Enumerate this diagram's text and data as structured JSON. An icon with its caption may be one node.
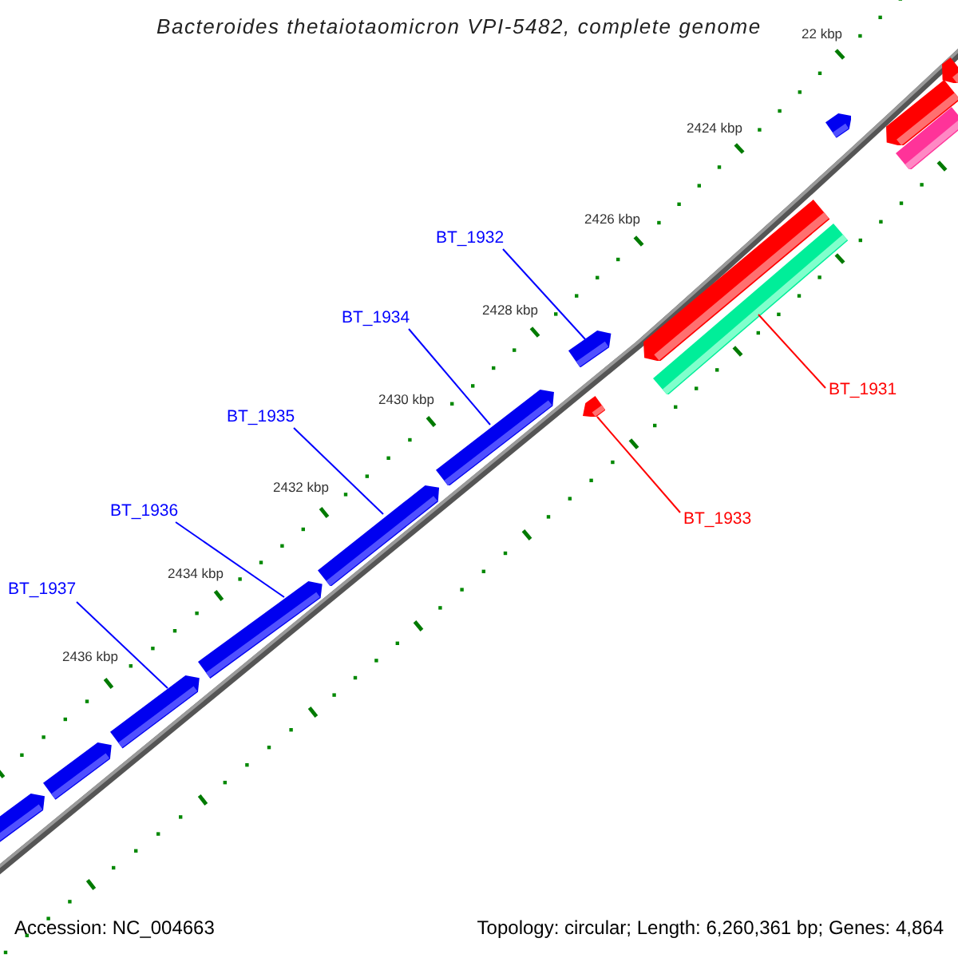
{
  "diagram": {
    "title": "Bacteroides thetaiotaomicron VPI-5482, complete genome",
    "nodes": [
      {
        "text": [
          "BT_1932"
        ]
      },
      {
        "text": [
          "BT_1934"
        ]
      },
      {
        "text": [
          "BT_1931"
        ]
      },
      {
        "text": [
          "BT_1935"
        ]
      },
      {
        "text": [
          "BT_1936"
        ]
      },
      {
        "text": [
          "BT_1933"
        ]
      },
      {
        "text": [
          "BT_1937"
        ]
      },
      {
        "text": [],
        "shape": "pentagon"
      },
      {
        "text": [],
        "shape": "pentagon"
      },
      {
        "text": [],
        "shape": "pentagon"
      },
      {
        "text": [],
        "shape": "pentagon"
      },
      {
        "text": [],
        "shape": "pentagon"
      },
      {
        "text": [],
        "shape": "pentagon"
      },
      {
        "text": [],
        "shape": "pentagon"
      },
      {
        "text": [],
        "shape": "pentagon"
      },
      {
        "text": [],
        "shape": "pentagon"
      },
      {
        "text": [],
        "shape": "bar"
      },
      {
        "text": [],
        "shape": "pentagon"
      },
      {
        "text": [],
        "shape": "pentagon"
      },
      {
        "text": [],
        "shape": "bar"
      },
      {
        "text": [],
        "shape": "pentagon"
      }
    ],
    "edges": [
      {
        "from": 0,
        "to": 13,
        "arrow": "none"
      },
      {
        "from": 1,
        "to": 12,
        "arrow": "none"
      },
      {
        "from": 2,
        "to": 16,
        "arrow": "none",
        "color": "#ff0000"
      },
      {
        "from": 3,
        "to": 11,
        "arrow": "none"
      },
      {
        "from": 4,
        "to": 10,
        "arrow": "none"
      },
      {
        "from": 5,
        "to": 14,
        "arrow": "none",
        "color": "#ff0000"
      },
      {
        "from": 6,
        "to": 9,
        "arrow": "none"
      }
    ],
    "labels": [
      "22 kbp",
      "2424 kbp",
      "2426 kbp",
      "2428 kbp",
      "2430 kbp",
      "2432 kbp",
      "2434 kbp",
      "2436 kbp",
      "Accession: NC_004663",
      "Topology: circular; Length: 6,260,361 bp; Genes: 4,864"
    ]
  }
}
